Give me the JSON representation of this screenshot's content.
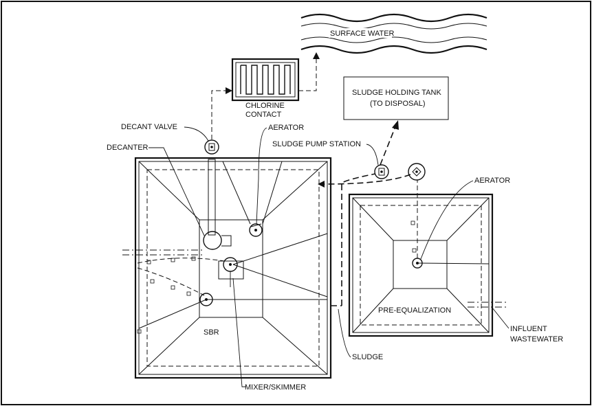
{
  "labels": {
    "surface_water": "SURFACE WATER",
    "chlorine_line1": "CHLORINE",
    "chlorine_line2": "CONTACT",
    "holding_line1": "SLUDGE HOLDING TANK",
    "holding_line2": "(TO DISPOSAL)",
    "decant_valve": "DECANT VALVE",
    "aerator_top": "AERATOR",
    "decanter": "DECANTER",
    "sludge_pump_station": "SLUDGE PUMP STATION",
    "aerator_right": "AERATOR",
    "pre_equalization": "PRE-EQUALIZATION",
    "influent_line1": "INFLUENT",
    "influent_line2": "WASTEWATER",
    "sbr": "SBR",
    "sludge": "SLUDGE",
    "mixer_skimmer": "MIXER/SKIMMER"
  }
}
